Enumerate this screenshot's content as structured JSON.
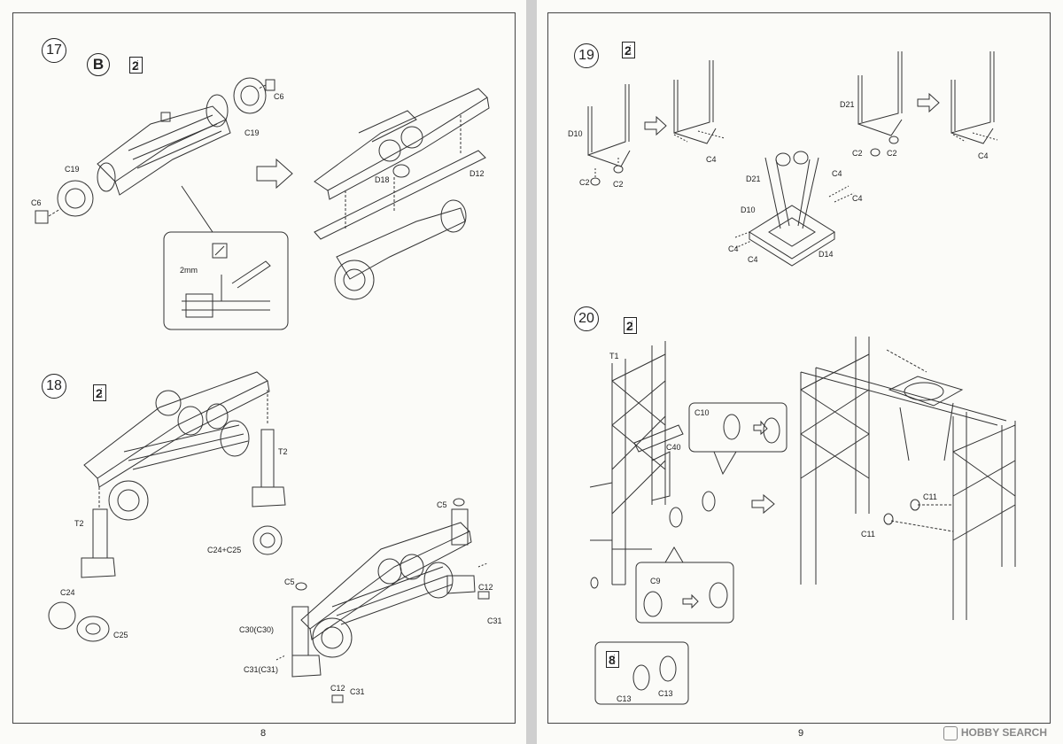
{
  "pages": [
    {
      "number": "8"
    },
    {
      "number": "9"
    }
  ],
  "steps": [
    {
      "number": "17",
      "marker": "B",
      "quantity": "2",
      "parts": [
        "C6",
        "C19",
        "C19",
        "C6",
        "D18",
        "D12"
      ],
      "detail_label": "2mm"
    },
    {
      "number": "18",
      "quantity": "2",
      "parts": [
        "T2",
        "T2",
        "C24+C25",
        "C24",
        "C25",
        "C5",
        "C5",
        "C12",
        "C31",
        "C30(C30)",
        "C31(C31)",
        "C12",
        "C31"
      ]
    },
    {
      "number": "19",
      "quantity": "2",
      "parts": [
        "D10",
        "C2",
        "C2",
        "C4",
        "D21",
        "C2",
        "C2",
        "C4",
        "D21",
        "C4",
        "C4",
        "D10",
        "C4",
        "C4",
        "D14"
      ]
    },
    {
      "number": "20",
      "quantity": "2",
      "parts": [
        "T1",
        "C10",
        "C40",
        "C11",
        "C11",
        "C9"
      ],
      "sub_box": {
        "quantity": "8",
        "parts": [
          "C13",
          "C13"
        ]
      }
    }
  ],
  "watermark": "HOBBY SEARCH",
  "colors": {
    "line": "#333333",
    "page": "#fbfbf8",
    "gutter": "#cfcfcf"
  }
}
